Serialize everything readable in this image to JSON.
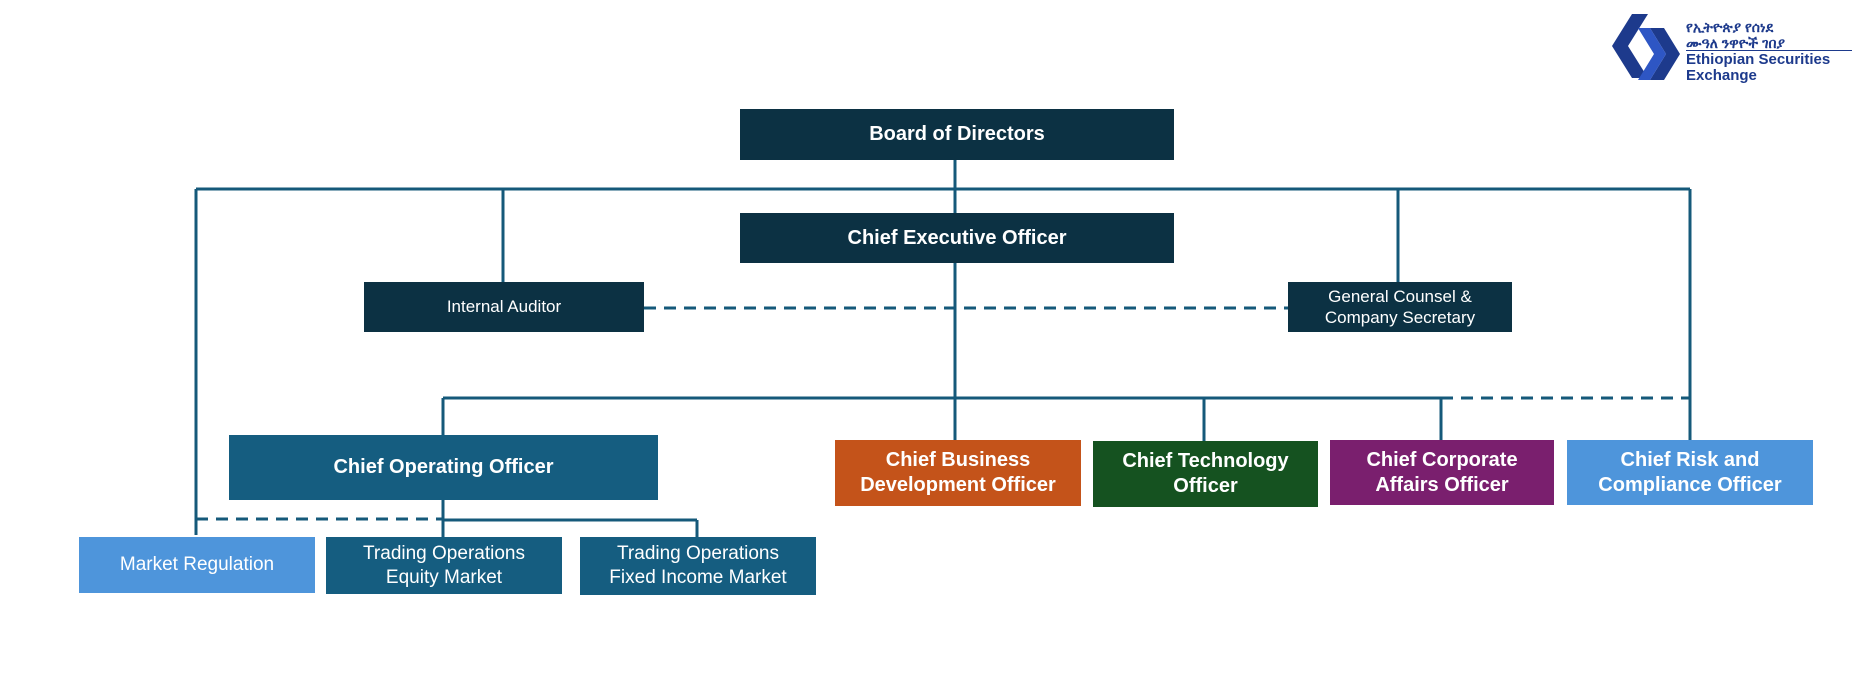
{
  "logo": {
    "amharic_line1": "የኢትዮጵያ የሰነደ",
    "amharic_line2": "ሙዓለ ንዋዮች ገበያ",
    "english_line1": "Ethiopian Securities",
    "english_line2": "Exchange",
    "brand_color": "#1d3a8c"
  },
  "org": {
    "board": "Board of Directors",
    "ceo": "Chief Executive Officer",
    "internal_auditor": "Internal Auditor",
    "general_counsel_line1": "General Counsel &",
    "general_counsel_line2": "Company Secretary",
    "coo": "Chief Operating Officer",
    "cbdo_line1": "Chief Business",
    "cbdo_line2": "Development Officer",
    "cto_line1": "Chief Technology",
    "cto_line2": "Officer",
    "ccao_line1": "Chief Corporate",
    "ccao_line2": "Affairs Officer",
    "crco_line1": "Chief Risk and",
    "crco_line2": "Compliance Officer",
    "market_regulation": "Market Regulation",
    "trading_equity_line1": "Trading Operations",
    "trading_equity_line2": "Equity Market",
    "trading_fixed_line1": "Trading Operations",
    "trading_fixed_line2": "Fixed Income Market"
  },
  "colors": {
    "navy": "#0c3143",
    "teal": "#155d80",
    "orange": "#c4531a",
    "green": "#155220",
    "purple": "#7a1f6e",
    "light_blue": "#4e95db",
    "connector": "#15597a"
  }
}
